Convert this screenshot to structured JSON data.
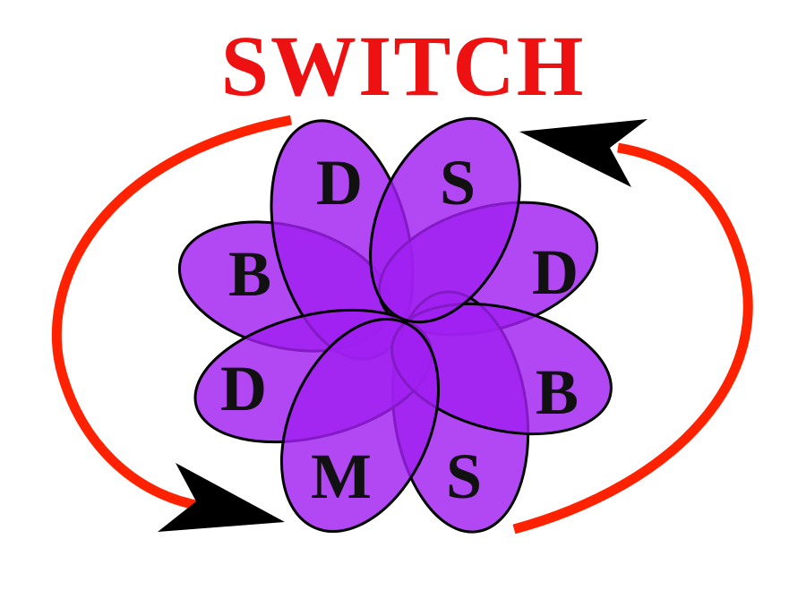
{
  "title": "SWITCH",
  "colors": {
    "title": "#ee1111",
    "arrow_stroke": "#ff2200",
    "arrowhead": "#000000",
    "petal_fill": "#a020f0",
    "petal_stroke": "#000000",
    "label": "#111111"
  },
  "petals": [
    {
      "label": "D"
    },
    {
      "label": "S"
    },
    {
      "label": "D"
    },
    {
      "label": "B"
    },
    {
      "label": "S"
    },
    {
      "label": "M"
    },
    {
      "label": "D"
    },
    {
      "label": "B"
    }
  ]
}
